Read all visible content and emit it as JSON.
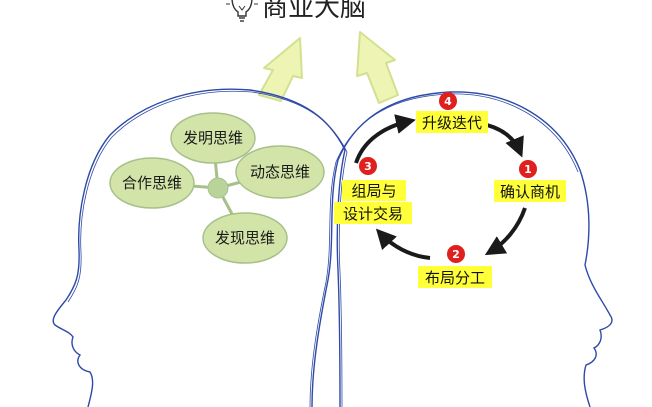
{
  "title": "商业大脑",
  "colors": {
    "head_outline": "#2e4aa8",
    "bubble_fill": "#d2e4a8",
    "bubble_stroke": "#a7c08a",
    "hub_fill": "#b9d49a",
    "arrow_fill": "#eef5b4",
    "arrow_stroke": "#d3e08f",
    "step_highlight": "#ffff3a",
    "badge_fill": "#e01f1f",
    "cycle_arrow": "#1a1a1a"
  },
  "left_brain": {
    "hub_icon": "hub-dot",
    "bubbles": [
      {
        "label": "发明思维"
      },
      {
        "label": "合作思维"
      },
      {
        "label": "动态思维"
      },
      {
        "label": "发现思维"
      }
    ]
  },
  "right_brain": {
    "steps": [
      {
        "number": "1",
        "label": "确认商机"
      },
      {
        "number": "2",
        "label": "布局分工"
      },
      {
        "number": "3",
        "label_line1": "组局与",
        "label_line2": "设计交易"
      },
      {
        "number": "4",
        "label": "升级迭代"
      }
    ]
  },
  "icons": {
    "title_icon": "lightbulb-icon",
    "up_arrow": "up-arrow-icon"
  }
}
